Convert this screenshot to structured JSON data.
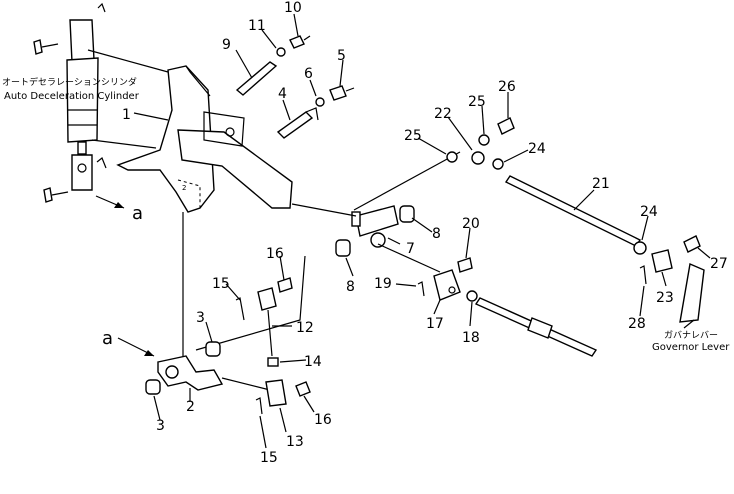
{
  "labels": {
    "cylinder_jp": "オートデセラレーションシリンダ",
    "cylinder_en": "Auto Deceleration Cylinder",
    "governor_jp": "ガバナレバー",
    "governor_en": "Governor Lever",
    "ref_a_top": "a",
    "ref_a_left": "a"
  },
  "callouts": {
    "p1": "1",
    "p2": "2",
    "p3a": "3",
    "p3b": "3",
    "p4": "4",
    "p5": "5",
    "p6": "6",
    "p7": "7",
    "p8a": "8",
    "p8b": "8",
    "p9": "9",
    "p10": "10",
    "p11": "11",
    "p12": "12",
    "p13": "13",
    "p14": "14",
    "p15a": "15",
    "p15b": "15",
    "p16a": "16",
    "p16b": "16",
    "p17": "17",
    "p18": "18",
    "p19": "19",
    "p20": "20",
    "p21": "21",
    "p22": "22",
    "p23": "23",
    "p24a": "24",
    "p24b": "24",
    "p25a": "25",
    "p25b": "25",
    "p26": "26",
    "p27": "27",
    "p28": "28"
  }
}
